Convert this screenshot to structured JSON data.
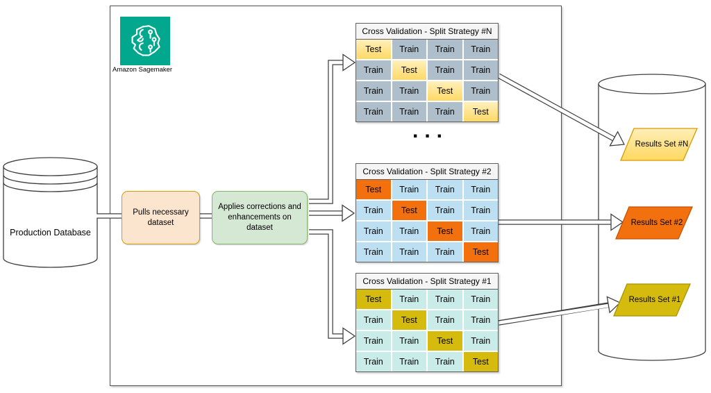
{
  "sagemaker": {
    "label": "Amazon Sagemaker"
  },
  "database": {
    "label": "Production Database"
  },
  "steps": {
    "pull_label": "Pulls necessary dataset",
    "apply_label": "Applies corrections and enhancements on dataset"
  },
  "ellipsis": "...",
  "tables": [
    {
      "title": "Cross Validation - Split Strategy #N",
      "rows": [
        [
          "Test",
          "Train",
          "Train",
          "Train"
        ],
        [
          "Train",
          "Test",
          "Train",
          "Train"
        ],
        [
          "Train",
          "Train",
          "Test",
          "Train"
        ],
        [
          "Train",
          "Train",
          "Train",
          "Test"
        ]
      ],
      "test_color": "#FFD966",
      "train_color": "#AEBFCB"
    },
    {
      "title": "Cross Validation - Split Strategy #2",
      "rows": [
        [
          "Test",
          "Train",
          "Train",
          "Train"
        ],
        [
          "Train",
          "Test",
          "Train",
          "Train"
        ],
        [
          "Train",
          "Train",
          "Test",
          "Train"
        ],
        [
          "Train",
          "Train",
          "Train",
          "Test"
        ]
      ],
      "test_color": "#F2700D",
      "train_color": "#BCE0F2"
    },
    {
      "title": "Cross Validation - Split Strategy #1",
      "rows": [
        [
          "Test",
          "Train",
          "Train",
          "Train"
        ],
        [
          "Train",
          "Test",
          "Train",
          "Train"
        ],
        [
          "Train",
          "Train",
          "Test",
          "Train"
        ],
        [
          "Train",
          "Train",
          "Train",
          "Test"
        ]
      ],
      "test_color": "#D5BB0D",
      "train_color": "#C9ECE8"
    }
  ],
  "results": [
    {
      "label": "Results Set #N",
      "fill": "#FFE08A",
      "border": "#D79B00"
    },
    {
      "label": "Results Set #2",
      "fill": "#F2700D",
      "border": "#C94F00"
    },
    {
      "label": "Results Set #1",
      "fill": "#D5BB0D",
      "border": "#A89300"
    }
  ],
  "colors": {
    "sagemaker_teal": "#01A88D",
    "pull_box_fill": "#FCE5CE",
    "pull_box_border": "#D79B00",
    "apply_box_fill": "#D5E8D4",
    "apply_box_border": "#82B366",
    "container_border": "#4d4d4d"
  }
}
